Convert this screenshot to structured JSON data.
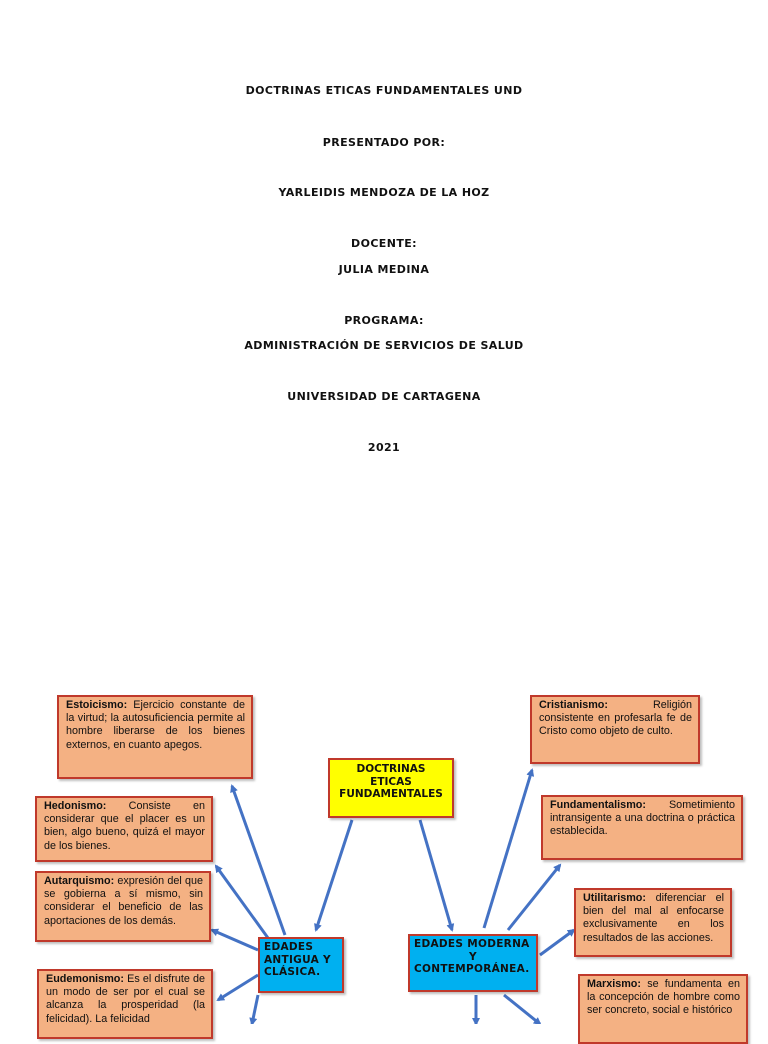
{
  "cover": {
    "title": "DOCTRINAS ETICAS FUNDAMENTALES UND",
    "presented_by_label": "PRESENTADO POR:",
    "author": "YARLEIDIS MENDOZA DE LA HOZ",
    "teacher_label": "DOCENTE:",
    "teacher": "JULIA MEDINA",
    "program_label": "PROGRAMA:",
    "program": "ADMINISTRACIÓN DE SERVICIOS DE SALUD",
    "university": "UNIVERSIDAD DE CARTAGENA",
    "year": "2021"
  },
  "diagram": {
    "center": {
      "line1": "DOCTRINAS",
      "line2": "ETICAS",
      "line3": "FUNDAMENTALES"
    },
    "ancient": {
      "line1": "EDADES",
      "line2": "ANTIGUA  Y",
      "line3": "CLÁSICA."
    },
    "modern": {
      "line1": "EDADES MODERNA",
      "line2": "Y",
      "line3": "CONTEMPORÁNEA."
    },
    "left_boxes": {
      "estoicismo": {
        "term": "Estoicismo:",
        "text": " Ejercicio constante de la virtud; la autosuficiencia permite al hombre liberarse de los bienes externos, en cuanto apegos."
      },
      "hedonismo": {
        "term": "Hedonismo:",
        "text": " Consiste en considerar que el placer es un bien, algo bueno, quizá el mayor de los bienes."
      },
      "autarquismo": {
        "term": "Autarquismo:",
        "text": " expresión del que se gobierna a sí mismo, sin considerar el beneficio de las aportaciones de los demás."
      },
      "eudemonismo": {
        "term": "Eudemonismo:",
        "text": " Es el disfrute de un modo de ser por el cual se alcanza la prosperidad (la felicidad). La felicidad"
      }
    },
    "right_boxes": {
      "cristianismo": {
        "term": "Cristianismo:",
        "text": " Religión consistente en profesarla fe de Cristo como objeto de culto."
      },
      "fundamentalismo": {
        "term": "Fundamentalismo:",
        "text": " Sometimiento intransigente a una doctrina o práctica establecida."
      },
      "utilitarismo": {
        "term": "Utilitarismo:",
        "text": " diferenciar el bien del mal al enfocarse exclusivamente en los resultados de las acciones."
      },
      "marxismo": {
        "term": "Marxismo:",
        "text": " se fundamenta en la concepción de hombre como ser concreto, social e histórico"
      }
    },
    "colors": {
      "box_fill": "#f4b183",
      "box_border": "#c0392b",
      "center_fill": "#ffff00",
      "era_fill": "#00b0f0",
      "arrow": "#4472c4"
    }
  }
}
